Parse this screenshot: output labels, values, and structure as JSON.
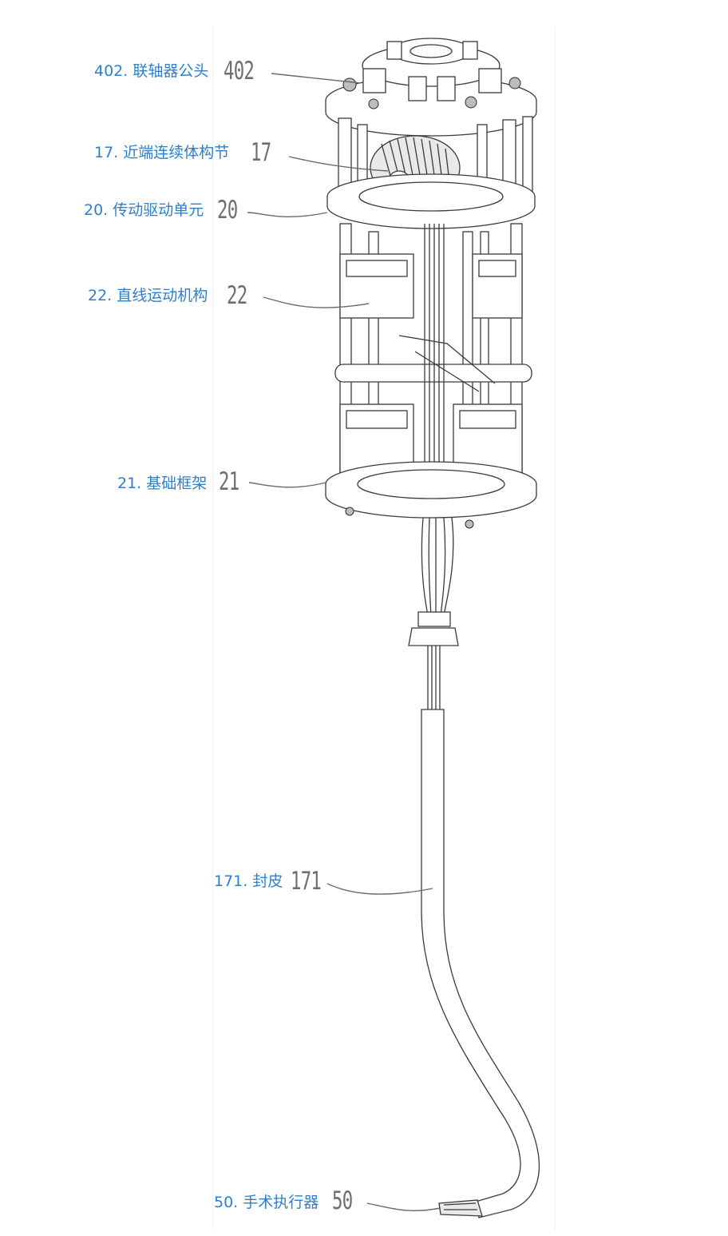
{
  "labels": [
    {
      "id": "402",
      "callout": "402. 联轴器公头",
      "ref": "402"
    },
    {
      "id": "17",
      "callout": "17. 近端连续体构节",
      "ref": "17"
    },
    {
      "id": "20",
      "callout": "20. 传动驱动单元",
      "ref": "20"
    },
    {
      "id": "22",
      "callout": "22. 直线运动机构",
      "ref": "22"
    },
    {
      "id": "21",
      "callout": "21. 基础框架",
      "ref": "21"
    },
    {
      "id": "171",
      "callout": "171. 封皮",
      "ref": "171"
    },
    {
      "id": "50",
      "callout": "50. 手术执行器",
      "ref": "50"
    }
  ],
  "colors": {
    "callout_text": "#2f7fc8",
    "reference_numeral": "#6e6e6e",
    "line_art": "#3a3a3a"
  }
}
